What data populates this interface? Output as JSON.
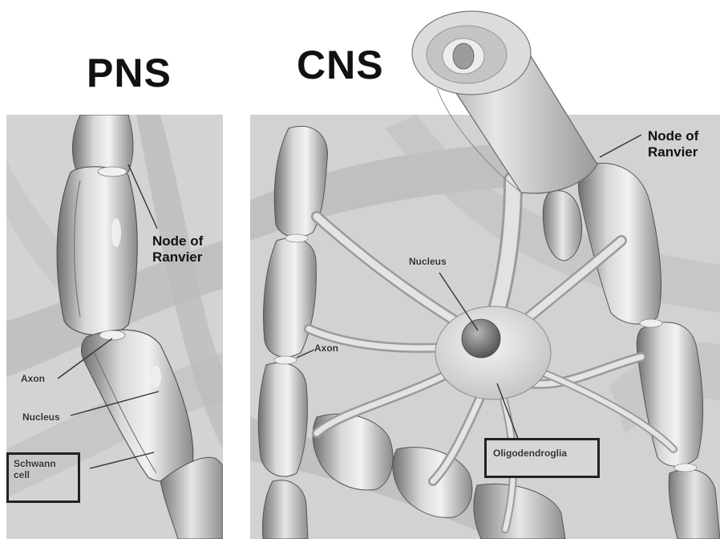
{
  "headings": {
    "pns": "PNS",
    "cns": "CNS"
  },
  "pns_labels": {
    "node_of_ranvier": "Node of\nRanvier",
    "axon": "Axon",
    "nucleus": "Nucleus",
    "schwann_cell": "Schwann\ncell"
  },
  "cns_labels": {
    "node_of_ranvier": "Node of\nRanvier",
    "nucleus": "Nucleus",
    "axon": "Axon",
    "oligodendroglia": "Oligodendroglia"
  }
}
